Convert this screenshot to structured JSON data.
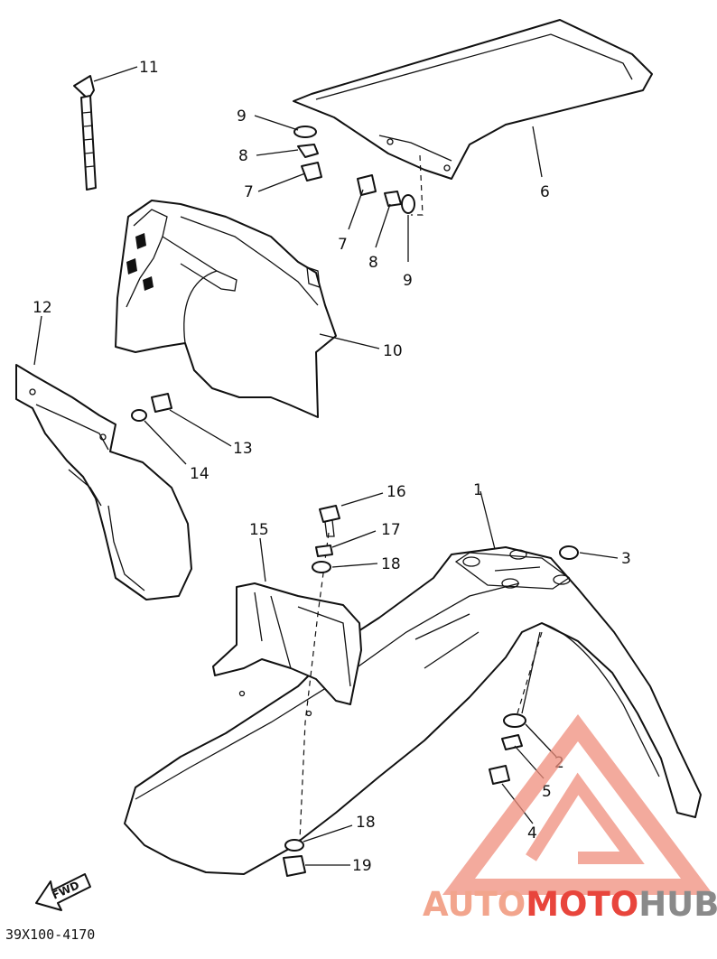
{
  "diagram": {
    "drawing_code": "39X100-4170",
    "fwd_label": "FWD",
    "callouts": {
      "c1": "1",
      "c2": "2",
      "c3": "3",
      "c4": "4",
      "c5": "5",
      "c6": "6",
      "c7a": "7",
      "c7b": "7",
      "c8a": "8",
      "c8b": "8",
      "c9a": "9",
      "c9b": "9",
      "c10": "10",
      "c11": "11",
      "c12": "12",
      "c13": "13",
      "c14": "14",
      "c15": "15",
      "c16": "16",
      "c17": "17",
      "c18a": "18",
      "c18b": "18",
      "c19": "19"
    }
  },
  "watermark": {
    "part1": "AUTO",
    "part2": "MOTO",
    "part3": "HUB",
    "colors": {
      "auto": "#f2a58d",
      "moto": "#e8453c",
      "hub": "#8a8a8a"
    }
  }
}
